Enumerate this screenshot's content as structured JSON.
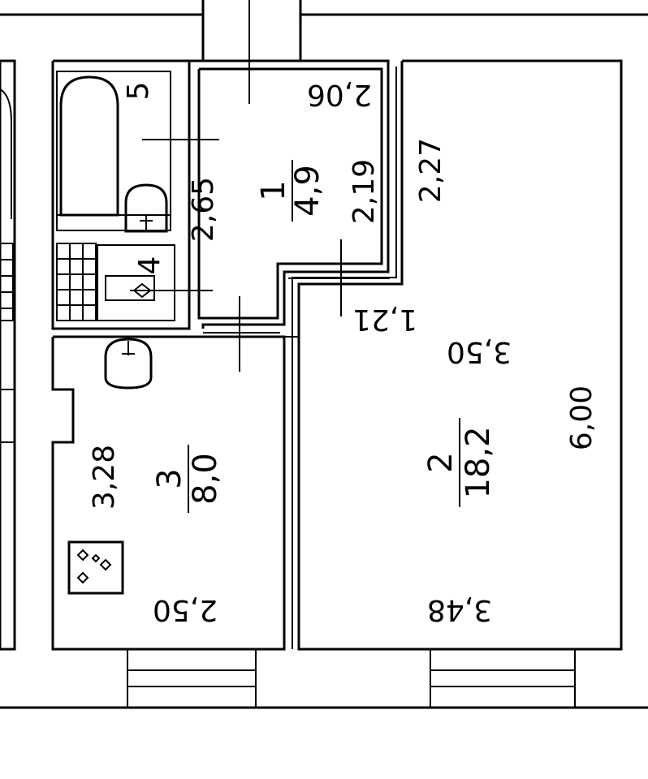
{
  "plan": {
    "rooms": [
      {
        "number": "1",
        "area": "4,9"
      },
      {
        "number": "2",
        "area": "18,2"
      },
      {
        "number": "3",
        "area": "8,0"
      },
      {
        "number": "4"
      },
      {
        "number": "5"
      }
    ],
    "dimensions": {
      "d_2_06": "2,06",
      "d_2_65": "2,65",
      "d_2_19": "2,19",
      "d_2_27": "2,27",
      "d_1_21": "1,21",
      "d_3_50": "3,50",
      "d_6_00": "6,00",
      "d_3_28": "3,28",
      "d_2_50": "2,50",
      "d_3_48": "3,48"
    }
  }
}
